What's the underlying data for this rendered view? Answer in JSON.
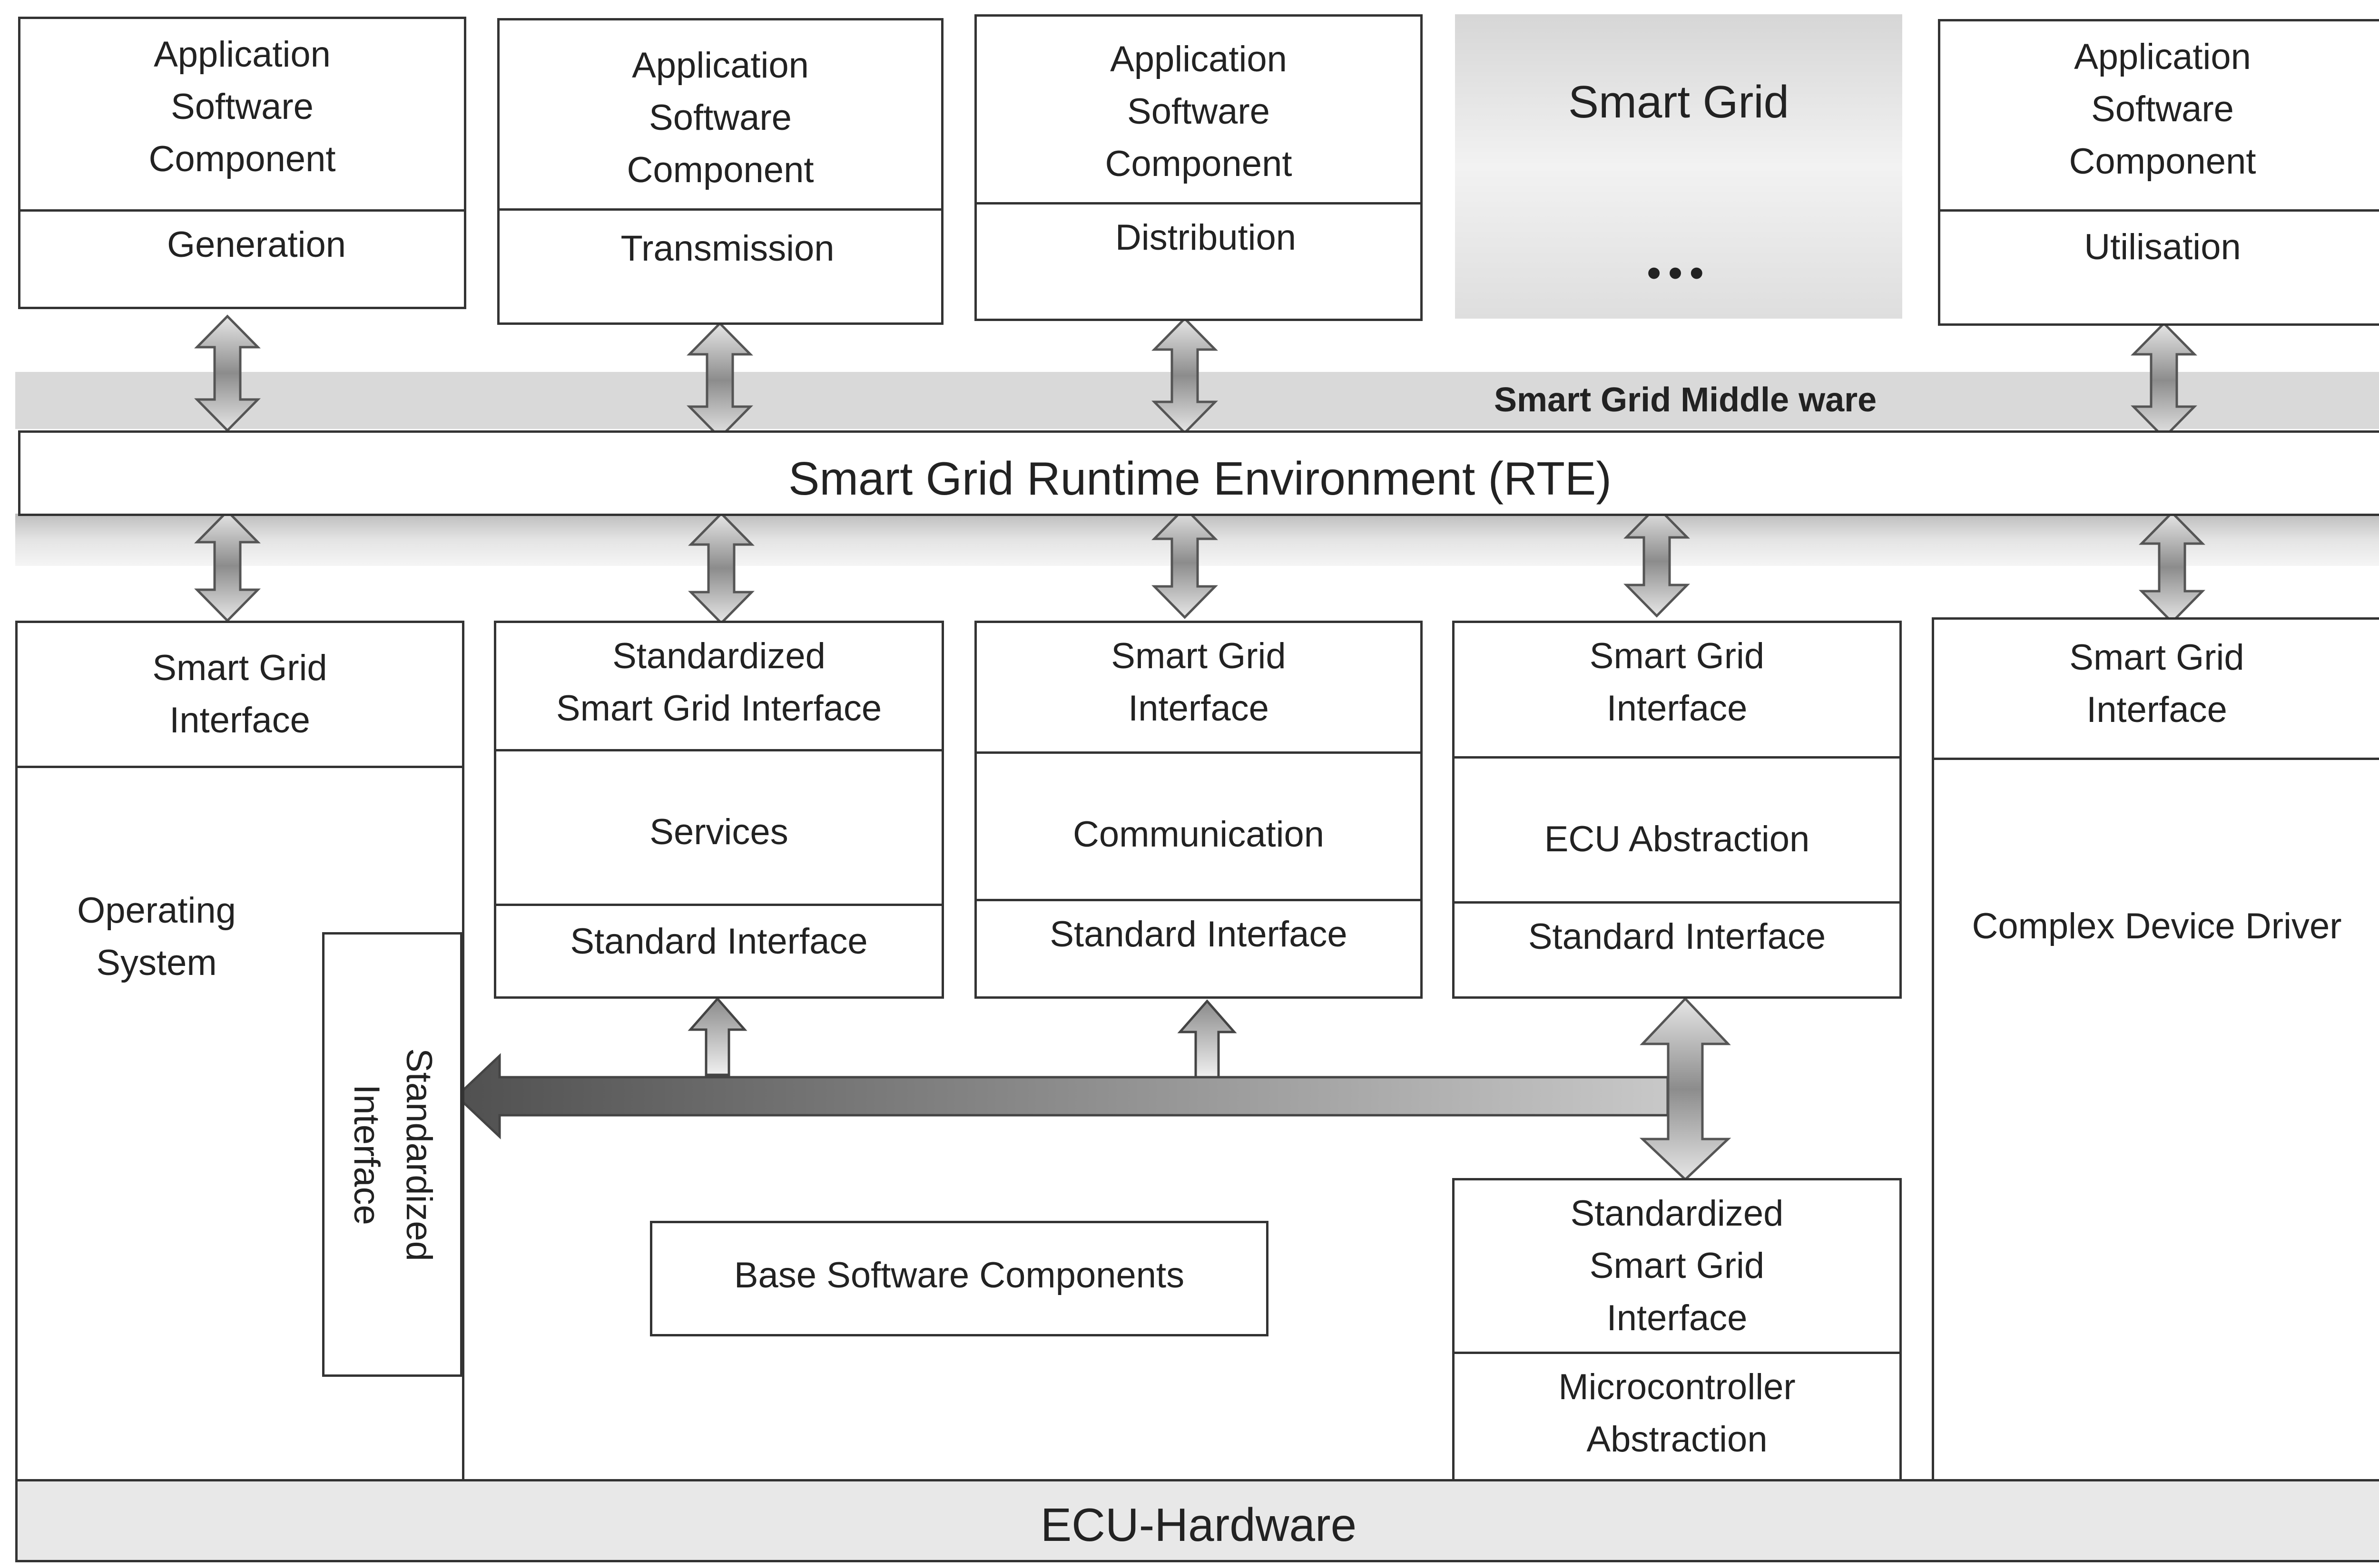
{
  "top_row": {
    "generation": {
      "title": "Application\nSoftware\nComponent",
      "label": "Generation"
    },
    "transmission": {
      "title": "Application\nSoftware\nComponent",
      "label": "Transmission"
    },
    "distribution": {
      "title": "Application\nSoftware\nComponent",
      "label": "Distribution"
    },
    "smart_grid": {
      "title": "Smart Grid",
      "ellipsis": "•••"
    },
    "utilisation": {
      "title": "Application\nSoftware\nComponent",
      "label": "Utilisation"
    }
  },
  "middleware": {
    "label": "Smart Grid Middle ware",
    "rte": "Smart Grid Runtime Environment (RTE)"
  },
  "lower": {
    "os_column": {
      "interface": "Smart Grid\nInterface",
      "label": "Operating\nSystem",
      "standardized_interface": "Standardized\nInterface"
    },
    "services_column": {
      "interface": "Standardized\nSmart Grid Interface",
      "label": "Services",
      "standard": "Standard Interface"
    },
    "communication_column": {
      "interface": "Smart Grid\nInterface",
      "label": "Communication",
      "standard": "Standard Interface"
    },
    "ecu_column": {
      "interface": "Smart Grid\nInterface",
      "label": "ECU Abstraction",
      "standard": "Standard Interface"
    },
    "cdd_column": {
      "interface": "Smart Grid\nInterface",
      "label": "Complex Device Driver"
    },
    "microcontroller": {
      "interface": "Standardized\nSmart Grid\nInterface",
      "label": "Microcontroller\nAbstraction"
    },
    "base_software": "Base Software Components",
    "hardware": "ECU-Hardware"
  },
  "colors": {
    "border": "#333333",
    "band_gray": "#d9d9d9",
    "arrow_light": "#e0e0e0",
    "arrow_dark": "#7a7a7a",
    "hardware_fill": "#e8e8e8"
  }
}
